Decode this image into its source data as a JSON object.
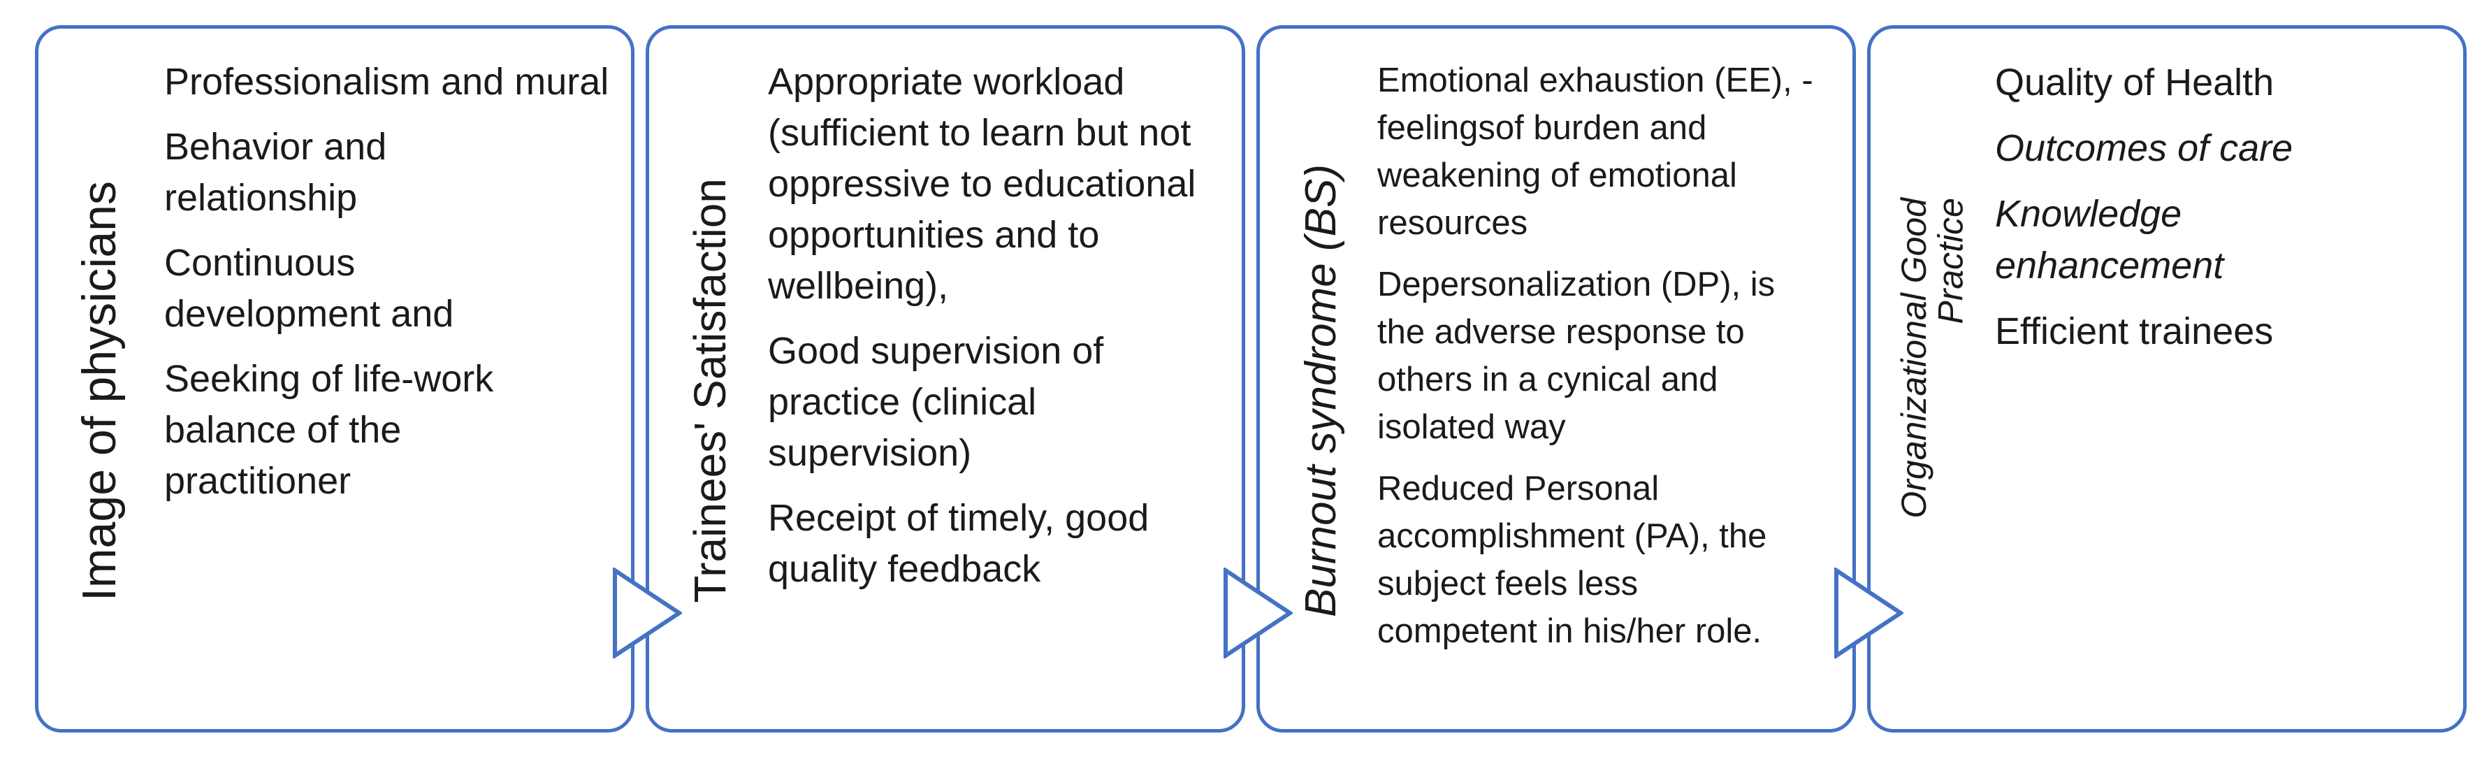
{
  "diagram": {
    "colors": {
      "border": "#4472c4",
      "arrow_fill": "#ffffff",
      "text": "#1a1a1a"
    },
    "boxes": [
      {
        "title": "Image of physicians",
        "items": [
          "Professionalism and mural",
          "Behavior and relationship",
          "Continuous development and",
          "Seeking of life-work balance of the practitioner"
        ]
      },
      {
        "title": "Trainees' Satisfaction",
        "items": [
          "Appropriate workload (sufficient to learn but not oppressive to educational opportunities and to wellbeing),",
          "Good supervision of practice (clinical supervision)",
          "Receipt of timely, good quality feedback"
        ]
      },
      {
        "title": "Burnout syndrome (BS)",
        "items": [
          "Emotional exhaustion (EE),  - feelingsof burden and weakening of emotional resources",
          "Depersonalization (DP), is the adverse response to others in a cynical and isolated way",
          "Reduced Personal accomplishment (PA), the subject feels less competent in his/her role."
        ]
      },
      {
        "title_line1": "Organizational Good",
        "title_line2": "Practice",
        "items": [
          "Quality of Health",
          "Outcomes of care",
          "Knowledge enhancement",
          "Efficient trainees"
        ]
      }
    ],
    "arrow_icon": "triangle-right-arrow-icon"
  }
}
